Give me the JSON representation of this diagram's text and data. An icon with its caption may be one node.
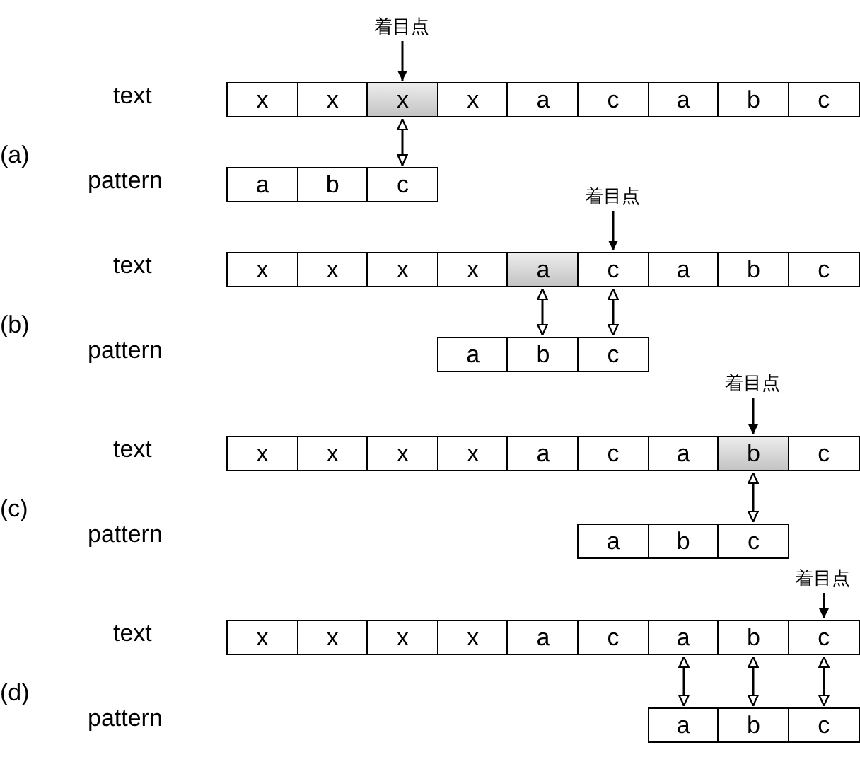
{
  "diagram": {
    "nodes": [
      {
        "text": [
          "着目点"
        ]
      },
      {
        "text": [
          "x"
        ]
      },
      {
        "text": [
          "x"
        ]
      },
      {
        "text": [
          "x"
        ]
      },
      {
        "text": [
          "x"
        ]
      },
      {
        "text": [
          "a"
        ]
      },
      {
        "text": [
          "c"
        ]
      },
      {
        "text": [
          "a"
        ]
      },
      {
        "text": [
          "b"
        ]
      },
      {
        "text": [
          "c"
        ]
      },
      {
        "text": [
          "a"
        ]
      },
      {
        "text": [
          "b"
        ]
      },
      {
        "text": [
          "c"
        ]
      },
      {
        "text": [
          "着目点"
        ]
      },
      {
        "text": [
          "x"
        ]
      },
      {
        "text": [
          "x"
        ]
      },
      {
        "text": [
          "x"
        ]
      },
      {
        "text": [
          "x"
        ]
      },
      {
        "text": [
          "a"
        ]
      },
      {
        "text": [
          "c"
        ]
      },
      {
        "text": [
          "a"
        ]
      },
      {
        "text": [
          "b"
        ]
      },
      {
        "text": [
          "c"
        ]
      },
      {
        "text": [
          "a"
        ]
      },
      {
        "text": [
          "b"
        ]
      },
      {
        "text": [
          "c"
        ]
      },
      {
        "text": [
          "着目点"
        ]
      },
      {
        "text": [
          "x"
        ]
      },
      {
        "text": [
          "x"
        ]
      },
      {
        "text": [
          "x"
        ]
      },
      {
        "text": [
          "x"
        ]
      },
      {
        "text": [
          "a"
        ]
      },
      {
        "text": [
          "c"
        ]
      },
      {
        "text": [
          "a"
        ]
      },
      {
        "text": [
          "b"
        ]
      },
      {
        "text": [
          "c"
        ]
      },
      {
        "text": [
          "a"
        ]
      },
      {
        "text": [
          "b"
        ]
      },
      {
        "text": [
          "c"
        ]
      },
      {
        "text": [
          "着目点"
        ]
      },
      {
        "text": [
          "x"
        ]
      },
      {
        "text": [
          "x"
        ]
      },
      {
        "text": [
          "x"
        ]
      },
      {
        "text": [
          "x"
        ]
      },
      {
        "text": [
          "a"
        ]
      },
      {
        "text": [
          "c"
        ]
      },
      {
        "text": [
          "a"
        ]
      },
      {
        "text": [
          "b"
        ]
      },
      {
        "text": [
          "c"
        ]
      },
      {
        "text": [
          "a"
        ]
      },
      {
        "text": [
          "b"
        ]
      },
      {
        "text": [
          "c"
        ]
      }
    ],
    "edges": [
      {
        "from": 0,
        "to": 3,
        "arrow": "to"
      },
      {
        "from": 3,
        "to": 12,
        "arrow": "both"
      },
      {
        "from": 13,
        "to": 19,
        "arrow": "to"
      },
      {
        "from": 18,
        "to": 24,
        "arrow": "both"
      },
      {
        "from": 19,
        "to": 25,
        "arrow": "both"
      },
      {
        "from": 26,
        "to": 34,
        "arrow": "to"
      },
      {
        "from": 34,
        "to": 38,
        "arrow": "both"
      },
      {
        "from": 39,
        "to": 48,
        "arrow": "to"
      },
      {
        "from": 46,
        "to": 49,
        "arrow": "both"
      },
      {
        "from": 47,
        "to": 50,
        "arrow": "both"
      },
      {
        "from": 48,
        "to": 51,
        "arrow": "both"
      }
    ],
    "labels": [
      "text",
      "(a)",
      "pattern",
      "text",
      "(b)",
      "pattern",
      "text",
      "(c)",
      "pattern",
      "text",
      "(d)",
      "pattern"
    ]
  }
}
